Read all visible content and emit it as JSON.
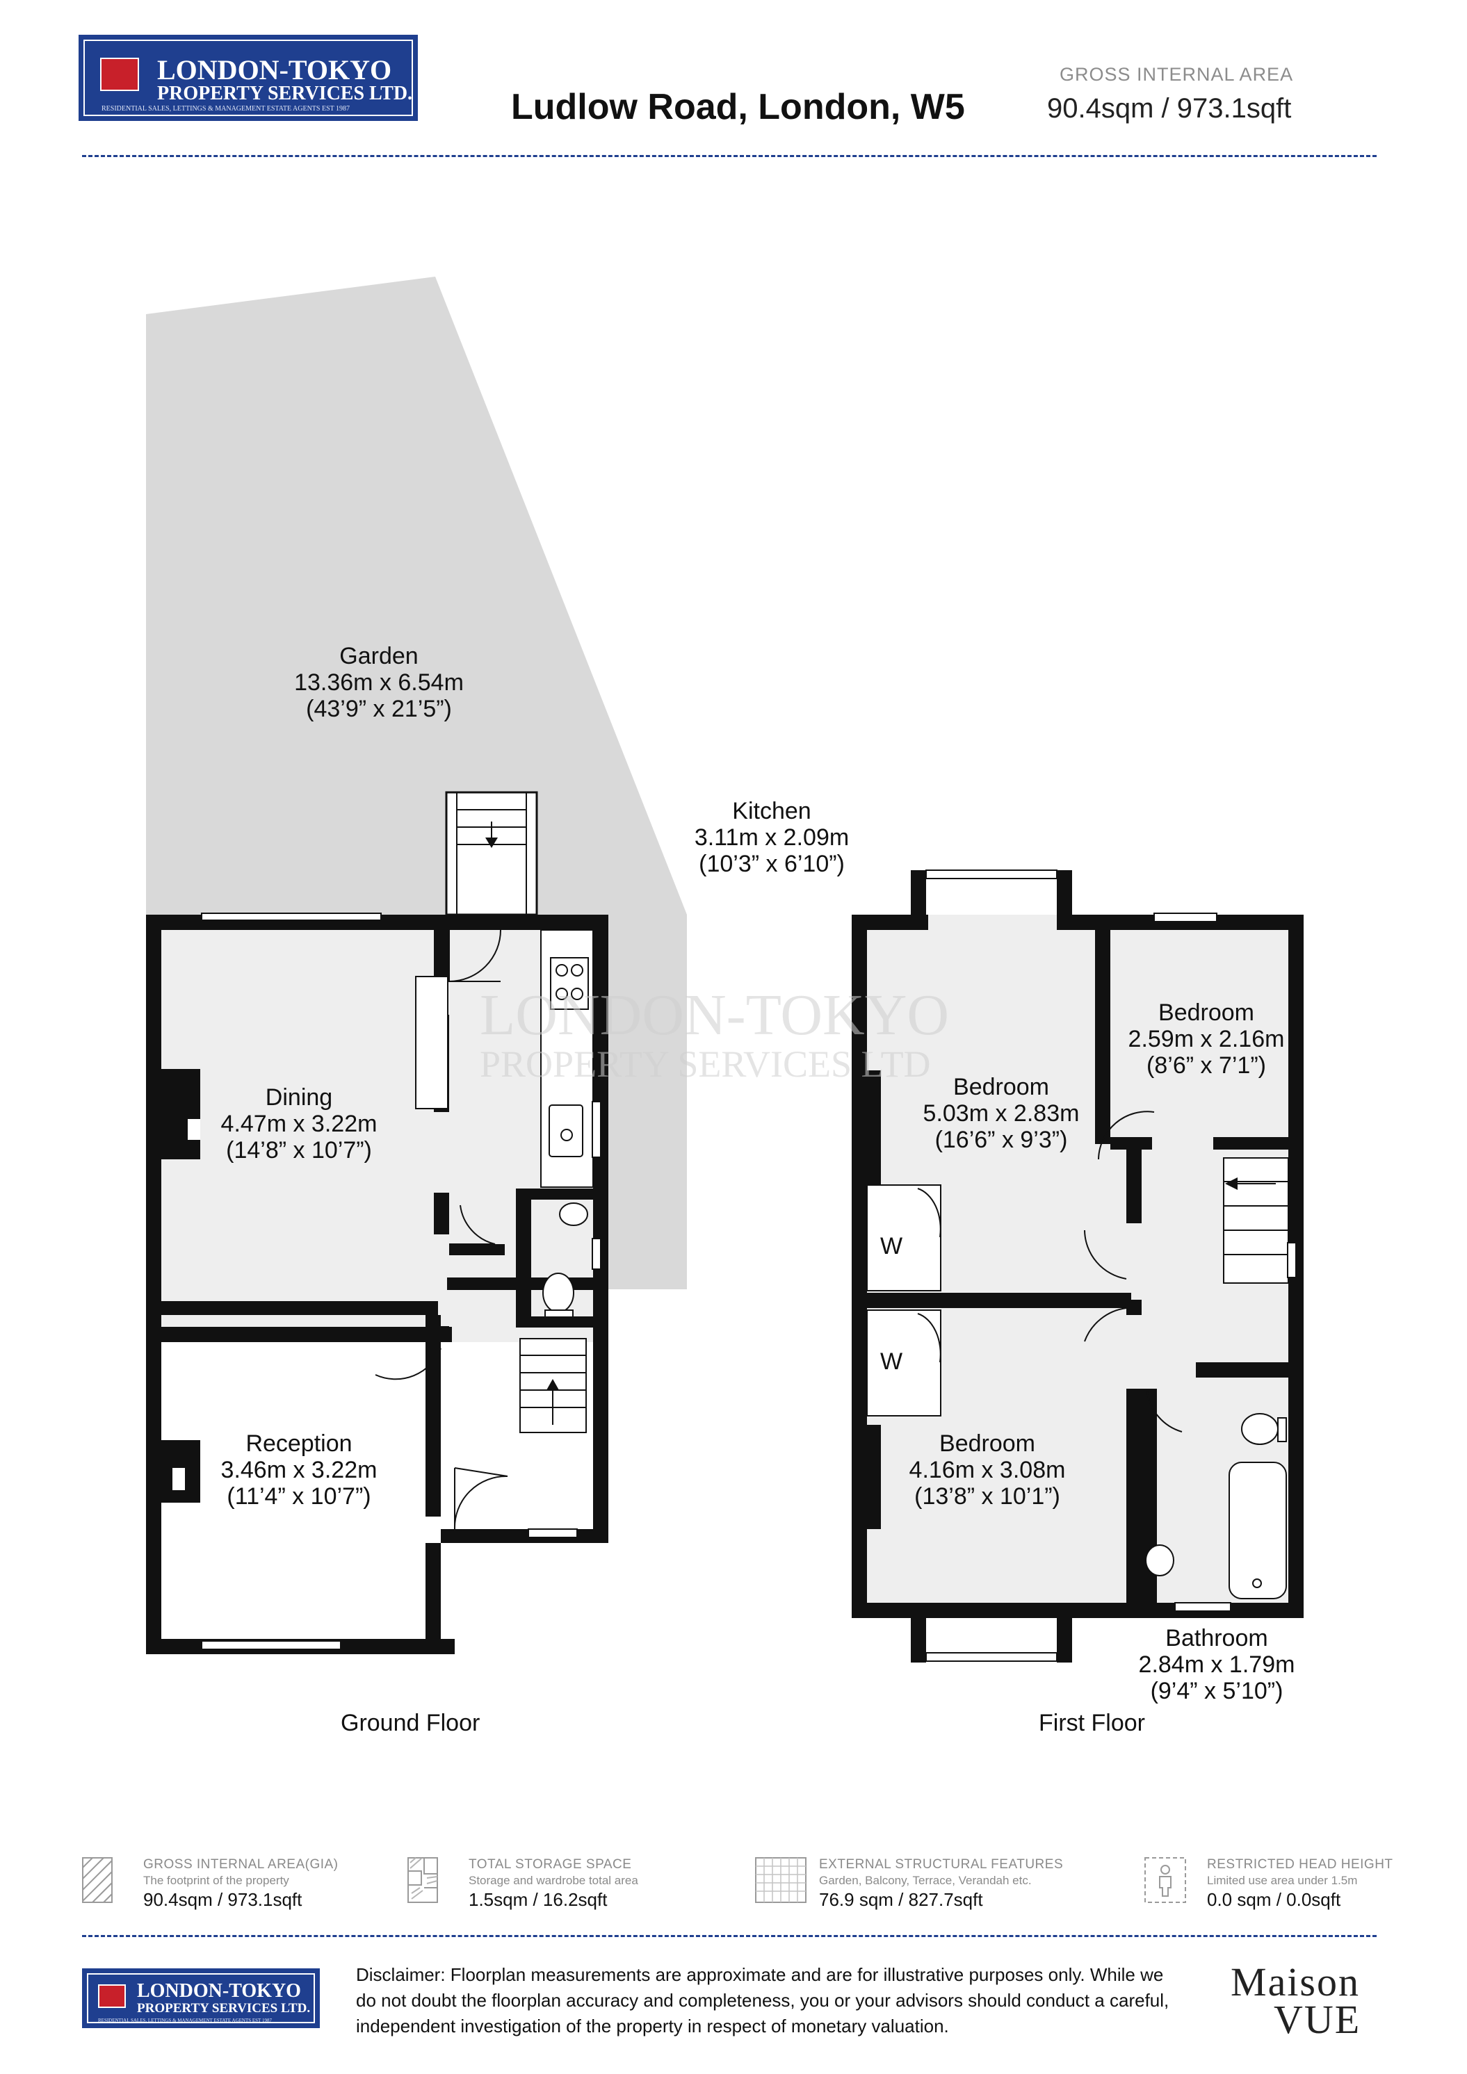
{
  "logo": {
    "name_line1": "LONDON-TOKYO",
    "name_line2": "PROPERTY SERVICES LTD.",
    "tagline": "RESIDENTIAL SALES, LETTINGS & MANAGEMENT ESTATE AGENTS EST 1987",
    "crest_text": "LONDON-TOKYO"
  },
  "header": {
    "address": "Ludlow Road, London, W5",
    "gia_label": "GROSS INTERNAL AREA",
    "gia_value": "90.4sqm / 973.1sqft"
  },
  "rooms": {
    "garden": {
      "name": "Garden",
      "metric": "13.36m x 6.54m",
      "imperial": "(43’9” x 21’5”)"
    },
    "kitchen": {
      "name": "Kitchen",
      "metric": "3.11m x 2.09m",
      "imperial": "(10’3” x 6’10”)"
    },
    "dining": {
      "name": "Dining",
      "metric": "4.47m x 3.22m",
      "imperial": "(14’8” x 10’7”)"
    },
    "reception": {
      "name": "Reception",
      "metric": "3.46m x 3.22m",
      "imperial": "(11’4” x 10’7”)"
    },
    "bedroom_small": {
      "name": "Bedroom",
      "metric": "2.59m x 2.16m",
      "imperial": "(8’6” x 7’1”)"
    },
    "bedroom_front": {
      "name": "Bedroom",
      "metric": "5.03m x 2.83m",
      "imperial": "(16’6” x 9’3”)"
    },
    "bedroom_rear": {
      "name": "Bedroom",
      "metric": "4.16m x 3.08m",
      "imperial": "(13’8” x 10’1”)"
    },
    "bathroom": {
      "name": "Bathroom",
      "metric": "2.84m x 1.79m",
      "imperial": "(9’4” x 5’10”)"
    },
    "wardrobe_label": "W"
  },
  "floors": {
    "ground": "Ground Floor",
    "first": "First Floor"
  },
  "watermark": {
    "line1": "LONDON-TOKYO",
    "line2": "PROPERTY SERVICES LTD"
  },
  "legend": [
    {
      "title": "GROSS INTERNAL AREA(GIA)",
      "sub": "The footprint of the property",
      "value": "90.4sqm / 973.1sqft",
      "icon": "hatch-icon"
    },
    {
      "title": "TOTAL STORAGE SPACE",
      "sub": "Storage and wardrobe total area",
      "value": "1.5sqm / 16.2sqft",
      "icon": "storage-icon"
    },
    {
      "title": "EXTERNAL STRUCTURAL FEATURES",
      "sub": "Garden, Balcony, Terrace, Verandah etc.",
      "value": "76.9 sqm / 827.7sqft",
      "icon": "grid-icon"
    },
    {
      "title": "RESTRICTED HEAD HEIGHT",
      "sub": "Limited use area under 1.5m",
      "value": "0.0 sqm / 0.0sqft",
      "icon": "person-icon"
    }
  ],
  "disclaimer": "Disclaimer: Floorplan measurements are approximate and are for illustrative purposes only. While we do not doubt the floorplan accuracy and completeness, you or your advisors should conduct a careful, independent investigation of the property in respect of monetary valuation.",
  "brand": {
    "line1": "Maison",
    "line2": "VUE"
  },
  "colors": {
    "logo_blue": "#1f3f8f",
    "crest_red": "#c8202a",
    "wall": "#111111",
    "room_fill": "#eeeeee",
    "garden_fill": "#d9d9d9",
    "dash": "#1f3f8f"
  }
}
